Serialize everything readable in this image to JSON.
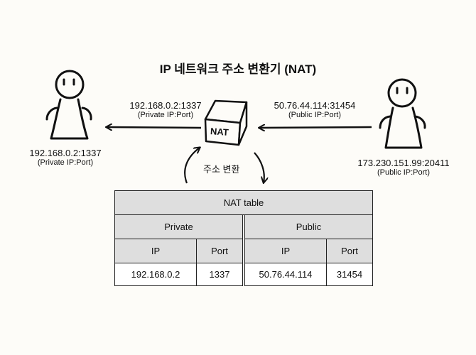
{
  "diagram": {
    "title": "IP 네트워크 주소 변환기 (NAT)",
    "left_host": {
      "address": "192.168.0.2:1337",
      "note": "(Private IP:Port)"
    },
    "left_arrow": {
      "address": "192.168.0.2:1337",
      "note": "(Private IP:Port)"
    },
    "right_arrow": {
      "address": "50.76.44.114:31454",
      "note": "(Public IP:Port)"
    },
    "right_host": {
      "address": "173.230.151.99:20411",
      "note": "(Public IP:Port)"
    },
    "nat_box_label": "NAT",
    "translation_label": "주소 변환"
  },
  "nat_table": {
    "caption": "NAT table",
    "groups": [
      "Private",
      "Public"
    ],
    "columns": [
      "IP",
      "Port",
      "IP",
      "Port"
    ],
    "row": [
      "192.168.0.2",
      "1337",
      "50.76.44.114",
      "31454"
    ]
  }
}
